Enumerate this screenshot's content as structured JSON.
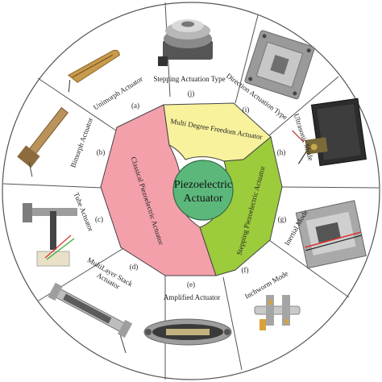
{
  "center": {
    "line1": "Piezoelectric",
    "line2": "Actuator"
  },
  "categories": [
    {
      "id": "classical",
      "label": "Classical Piezoelectric Actuator",
      "color": "#f3a0aa"
    },
    {
      "id": "mdof",
      "label": "Multi Degree Freedom Actuator",
      "color": "#f8f29c"
    },
    {
      "id": "stepping",
      "label": "Stepping Piezoelectric Actuator",
      "color": "#9ccb3c"
    }
  ],
  "segments": [
    {
      "letter": "(a)",
      "label": "Unimorph Actuator",
      "photo": "unimorph-strip-icon"
    },
    {
      "letter": "(b)",
      "label": "Bimorph Actuator",
      "photo": "bimorph-beam-icon"
    },
    {
      "letter": "(c)",
      "label": "Tube Actuator",
      "photo": "tube-actuator-icon"
    },
    {
      "letter": "(d)",
      "label": "MultiLayer Stack Actuator",
      "photo": "stack-actuator-icon"
    },
    {
      "letter": "(e)",
      "label": "Amplified Actuator",
      "photo": "amplified-actuator-icon"
    },
    {
      "letter": "(f)",
      "label": "Inchworm Mode",
      "photo": "inchworm-icon"
    },
    {
      "letter": "(g)",
      "label": "Inertial Mode",
      "photo": "inertial-stage-icon"
    },
    {
      "letter": "(h)",
      "label": "Ultrasonic Mode",
      "photo": "ultrasonic-motor-icon"
    },
    {
      "letter": "(i)",
      "label": "Direction Actuation Type",
      "photo": "direction-stage-icon"
    },
    {
      "letter": "(j)",
      "label": "Stepping Actuation Type",
      "photo": "rotary-stage-icon"
    }
  ],
  "colors": {
    "ring": "#ffffff",
    "line": "#555555",
    "center": "#5cb87a",
    "center_stroke": "#2f6b45"
  }
}
